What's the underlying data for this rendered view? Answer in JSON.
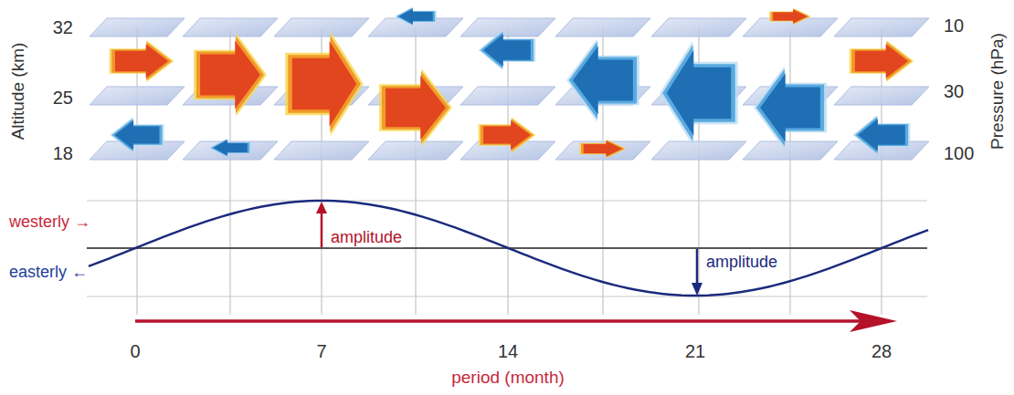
{
  "diagram": {
    "labels": [
      "Altitude (km)",
      "32",
      "25",
      "18",
      "Pressure (hPa)",
      "10",
      "30",
      "100",
      "westerly →",
      "easterly ←",
      "amplitude",
      "amplitude",
      "0",
      "7",
      "14",
      "21",
      "28",
      "period (month)"
    ]
  }
}
